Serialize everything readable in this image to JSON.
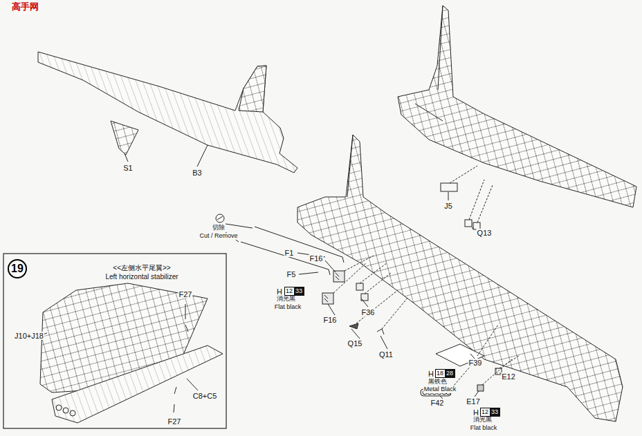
{
  "diagram": {
    "nodes": [
      {
        "text": [
          "19"
        ]
      },
      {
        "text": [
          "12"
        ]
      },
      {
        "text": [
          "33"
        ]
      },
      {
        "text": [
          "18"
        ]
      },
      {
        "text": [
          "28"
        ]
      },
      {
        "text": [
          "12"
        ]
      },
      {
        "text": [
          "33"
        ]
      }
    ],
    "labels": [
      "高手网",
      "S1",
      "B3",
      "切除",
      "Cut / Remove",
      "F1",
      "F16",
      "F5",
      "H",
      "消光黑",
      "Flat black",
      "F16",
      "F36",
      "Q15",
      "Q11",
      "F39",
      "H",
      "黑铁色",
      "Metal Black",
      "F42",
      "E17",
      "E12",
      "H",
      "消光黑",
      "Flat black",
      "J5",
      "Q13",
      "<<左侧水平尾翼>>",
      "Left horizontal stabilizer",
      "J10+J18",
      "F27",
      "C8+C5",
      "F27"
    ]
  }
}
